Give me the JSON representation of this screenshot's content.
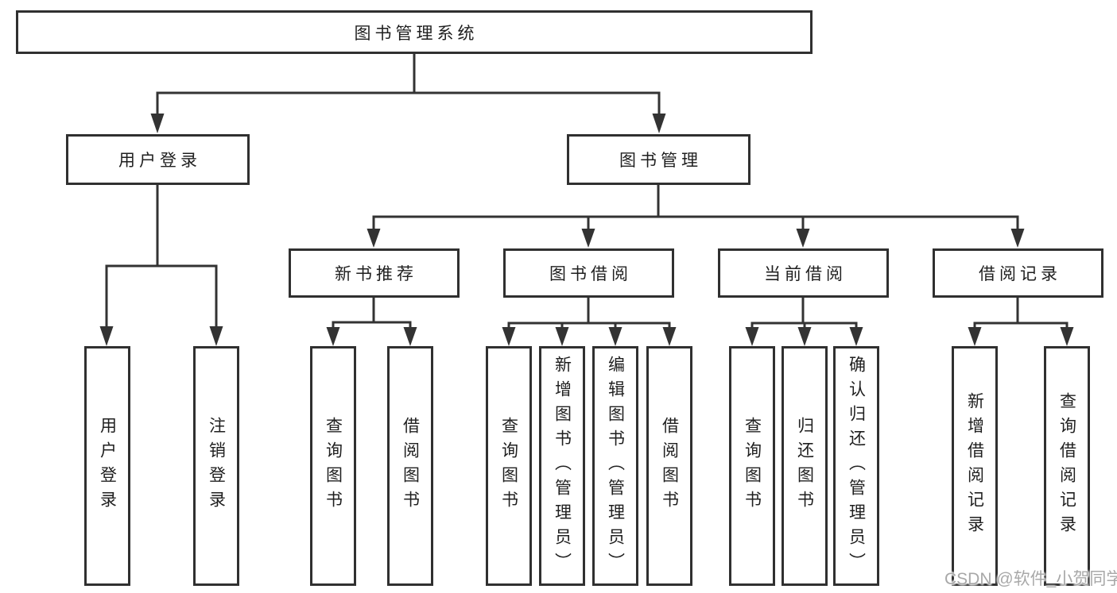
{
  "tree": {
    "root": {
      "label": "图书管理系统",
      "children": [
        {
          "label": "用户登录",
          "children": [
            {
              "label": "用户登录"
            },
            {
              "label": "注销登录"
            }
          ]
        },
        {
          "label": "图书管理",
          "children": [
            {
              "label": "新书推荐",
              "children": [
                {
                  "label": "查询图书"
                },
                {
                  "label": "借阅图书"
                }
              ]
            },
            {
              "label": "图书借阅",
              "children": [
                {
                  "label": "查询图书"
                },
                {
                  "label": "新增图书（管理员）"
                },
                {
                  "label": "编辑图书（管理员）"
                },
                {
                  "label": "借阅图书"
                }
              ]
            },
            {
              "label": "当前借阅",
              "children": [
                {
                  "label": "查询图书"
                },
                {
                  "label": "归还图书"
                },
                {
                  "label": "确认归还（管理员）"
                }
              ]
            },
            {
              "label": "借阅记录",
              "children": [
                {
                  "label": "新增借阅记录"
                },
                {
                  "label": "查询借阅记录"
                }
              ]
            }
          ]
        }
      ]
    }
  },
  "watermark": "CSDN @软件_小贺同学",
  "colors": {
    "line": "#333333",
    "box_border": "#303030",
    "text": "#1f1f1f",
    "watermark": "#a8a8a8",
    "background": "#ffffff"
  }
}
